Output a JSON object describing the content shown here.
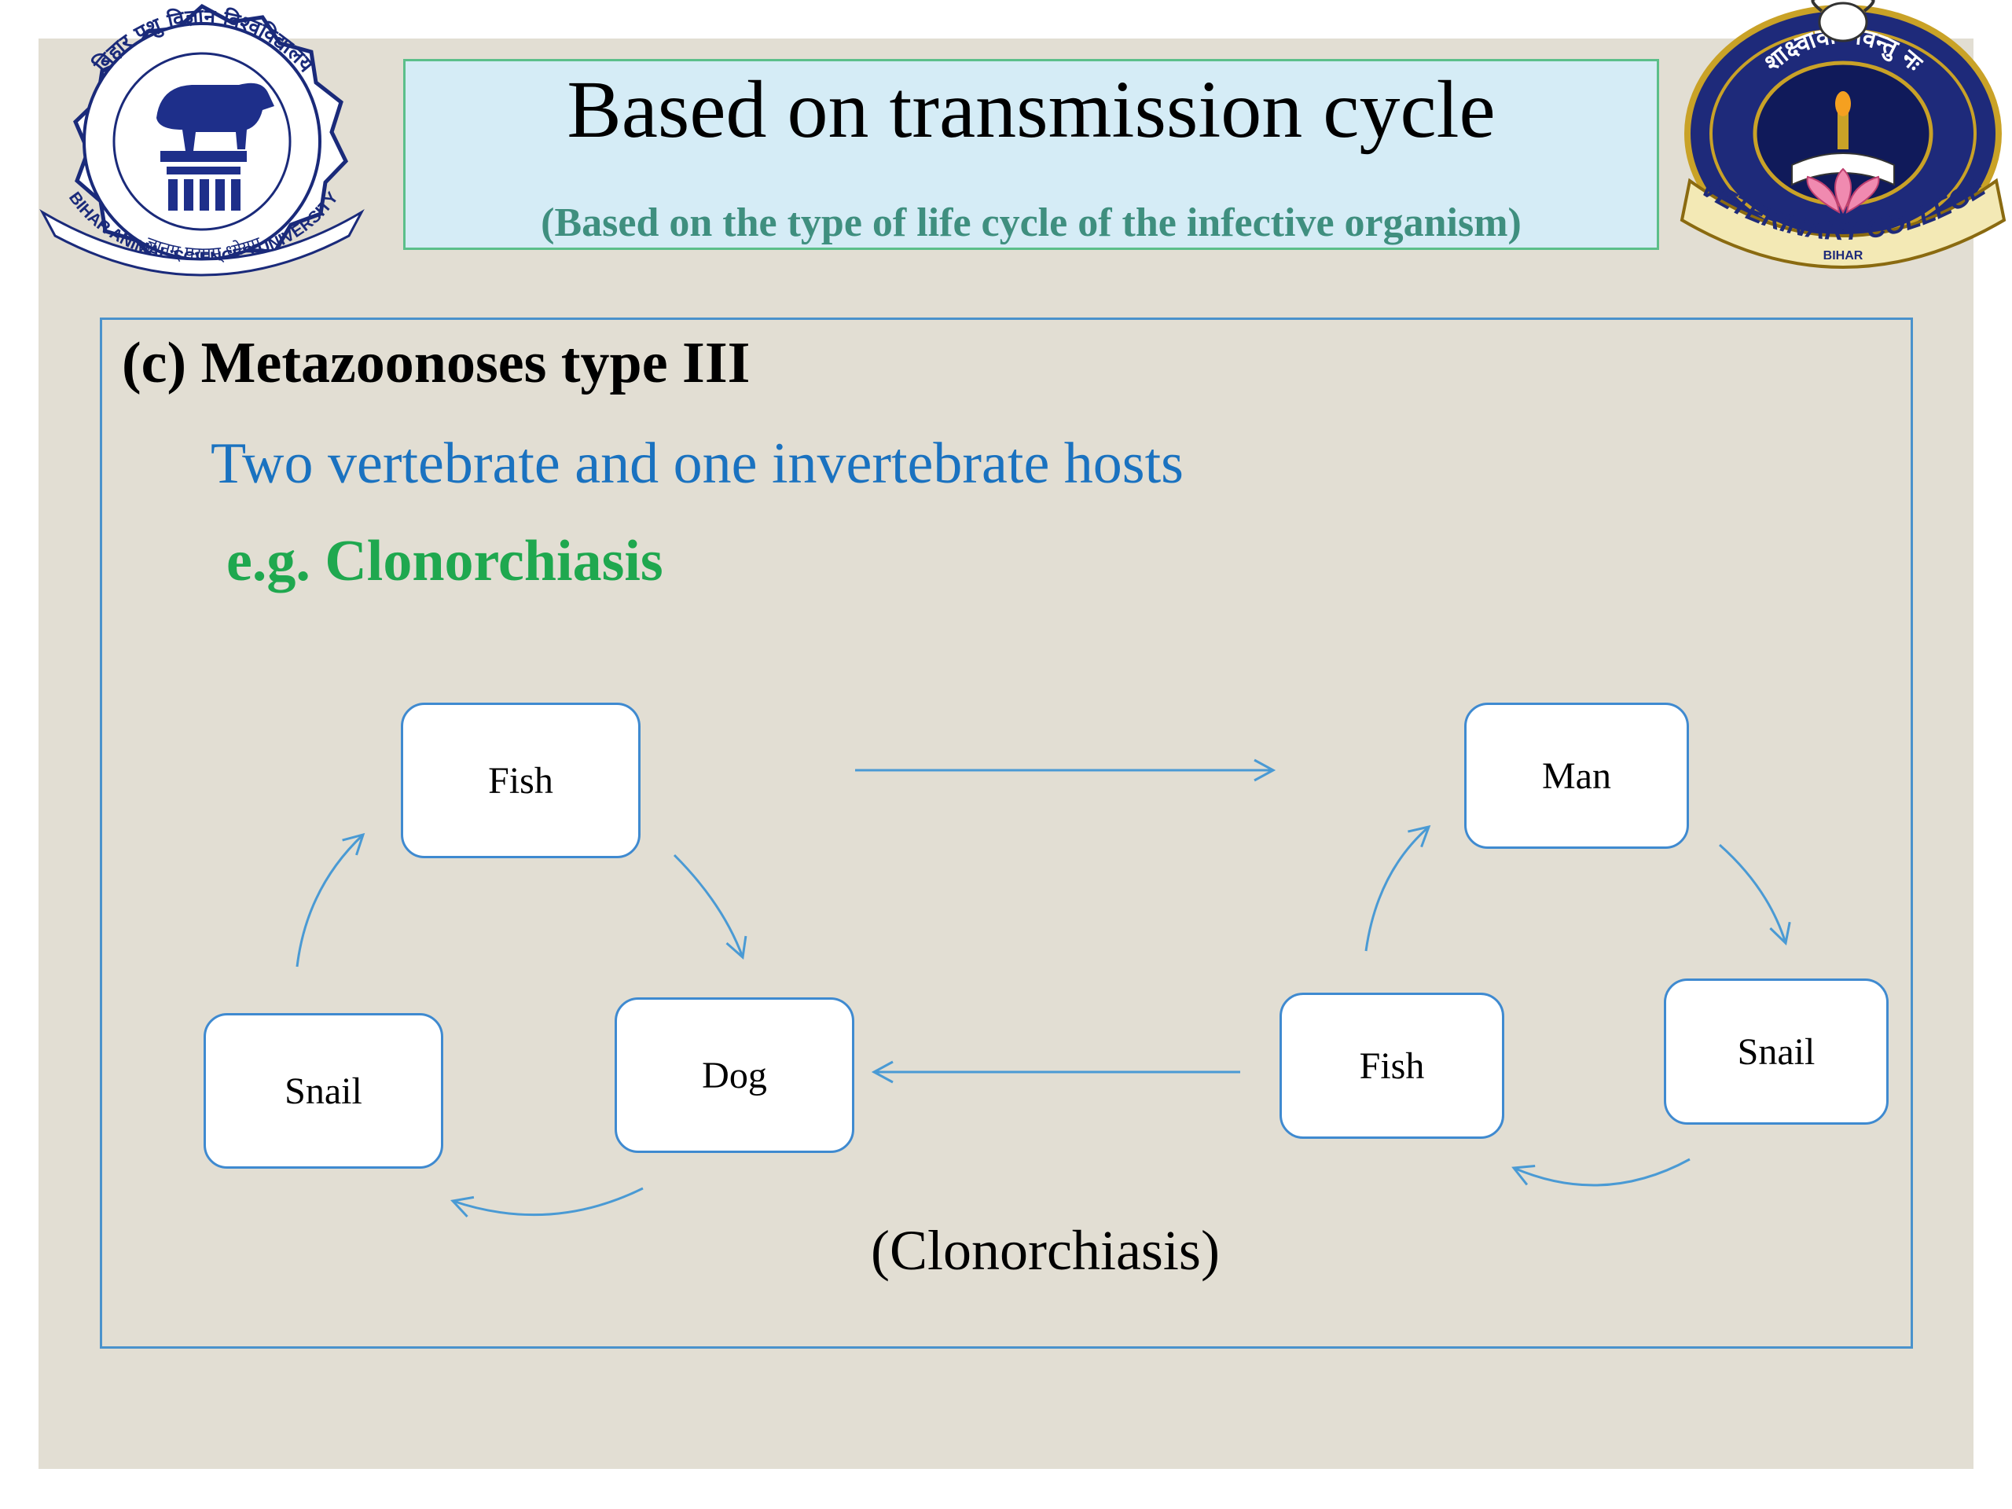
{
  "header": {
    "title": "Based on transmission cycle",
    "subtitle": "(Based on the type of life cycle of the infective organism)"
  },
  "logos": {
    "left": {
      "text_top": "बिहार पशु विज्ञान विश्वविद्यालय",
      "text_bottom": "BIHAR ANIMAL SCIENCES UNIVERSITY",
      "motto": "ज्ञानम् परमम् ध्येयम्"
    },
    "right": {
      "text_top": "शाक्ष्वावी भवन्तु नः",
      "text_bottom": "VETERINARY COLLEGE",
      "place": "BIHAR"
    }
  },
  "section": {
    "heading": "(c) Metazoonoses type III",
    "description": "Two vertebrate and one invertebrate hosts",
    "example": "e.g. Clonorchiasis"
  },
  "diagram": {
    "left_cycle": {
      "fish": "Fish",
      "snail": "Snail",
      "dog": "Dog"
    },
    "right_cycle": {
      "man": "Man",
      "fish": "Fish",
      "snail": "Snail"
    },
    "caption": "(Clonorchiasis)"
  },
  "colors": {
    "slide_background": "#e2ded3",
    "title_box": "#d5ecf6",
    "title_border": "#5bbf8a",
    "subtitle": "#3f8f7f",
    "frame_border": "#4a92cc",
    "description": "#1a72c0",
    "example": "#1fa84f",
    "node_border": "#3f8ad0",
    "arrow": "#4a9ad4"
  }
}
